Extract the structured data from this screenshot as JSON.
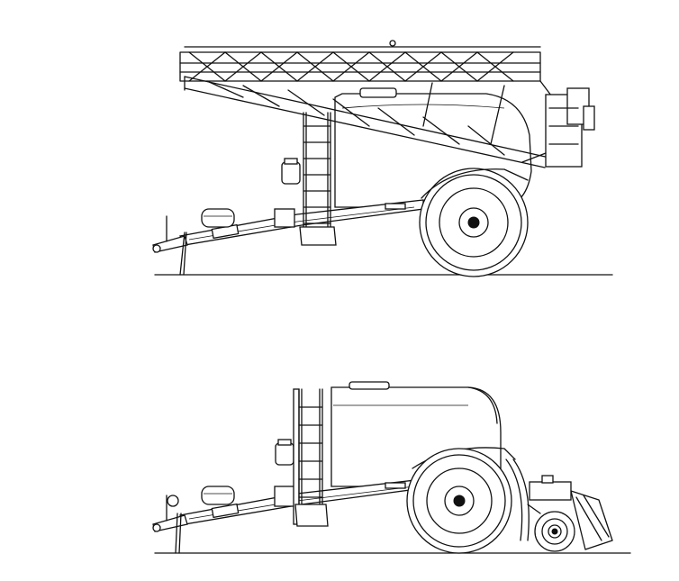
{
  "figure": {
    "background": "#ffffff",
    "line_color": "#111111",
    "views": [
      {
        "id": "transport",
        "subject": "sprayer-boom-folded-raised"
      },
      {
        "id": "working",
        "subject": "sprayer-boom-removed-tank-view"
      }
    ]
  }
}
